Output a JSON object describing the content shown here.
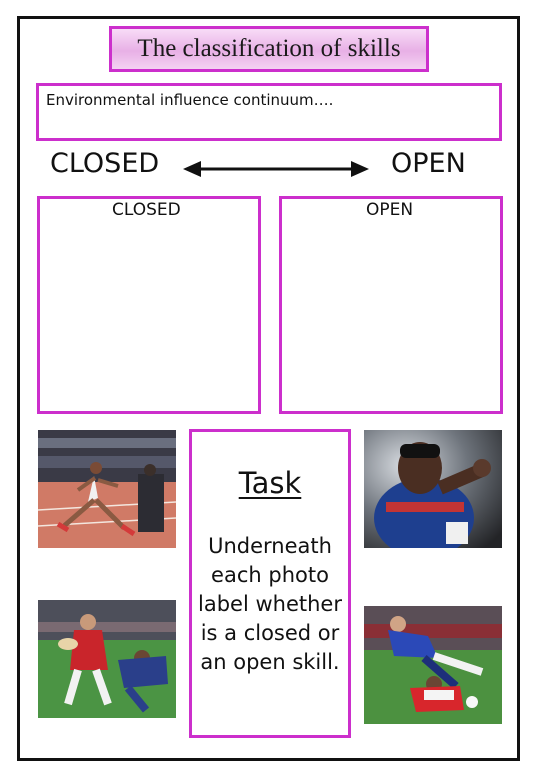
{
  "worksheet": {
    "title": "The classification of skills",
    "continuum_label": "Environmental influence continuum….",
    "closed_label": "CLOSED",
    "open_label": "OPEN",
    "closed_box_label": "CLOSED",
    "open_box_label": "OPEN",
    "task_heading": "Task",
    "task_text": "Underneath each photo label whether is a closed or an open skill."
  },
  "photos": [
    {
      "name": "long-jump-athlete-photo"
    },
    {
      "name": "shot-put-athlete-photo"
    },
    {
      "name": "rugby-tackle-photo"
    },
    {
      "name": "football-tackle-photo"
    }
  ],
  "colors": {
    "border_accent": "#cc2fcc",
    "title_fill": "#e8b0e6",
    "frame": "#111111"
  }
}
